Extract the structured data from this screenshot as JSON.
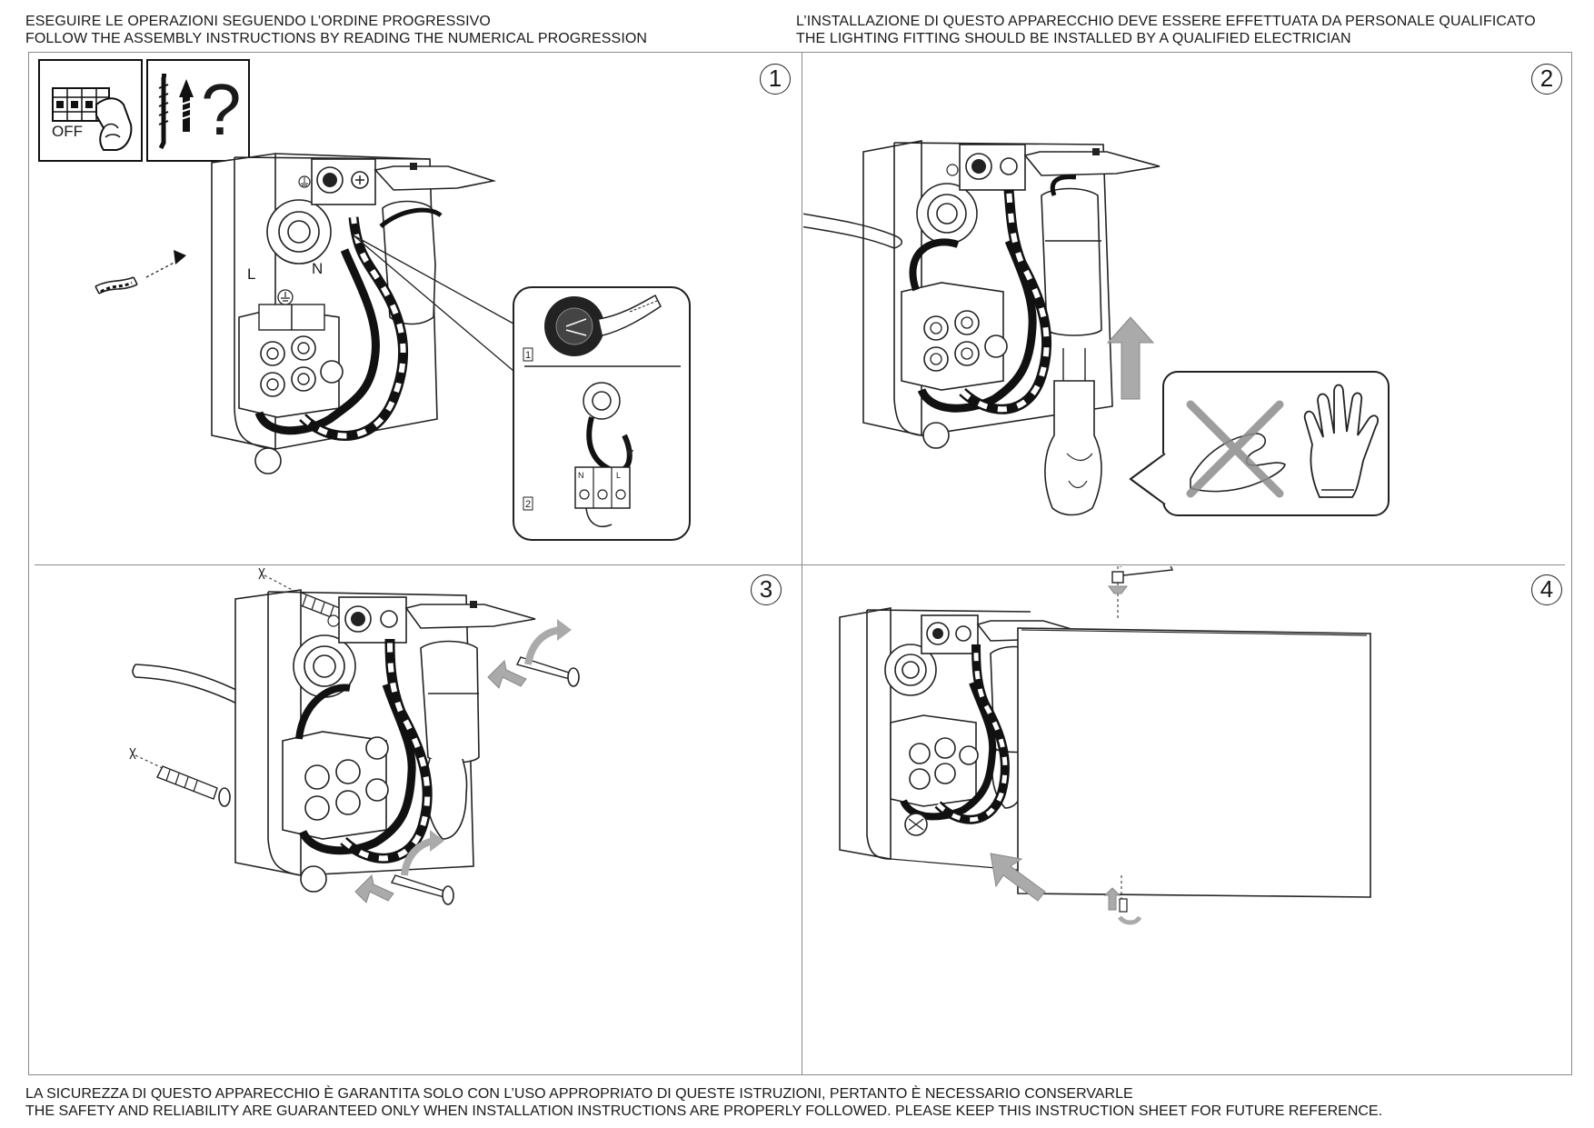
{
  "header": {
    "left_line1": "ESEGUIRE LE OPERAZIONI SEGUENDO L’ORDINE PROGRESSIVO",
    "left_line2": "FOLLOW THE ASSEMBLY INSTRUCTIONS BY READING THE NUMERICAL PROGRESSION",
    "right_line1": "L’INSTALLAZIONE DI QUESTO APPARECCHIO DEVE ESSERE EFFETTUATA DA PERSONALE QUALIFICATO",
    "right_line2": "THE LIGHTING FITTING SHOULD BE INSTALLED BY A QUALIFIED ELECTRICIAN"
  },
  "footer": {
    "line1": "LA SICUREZZA DI QUESTO APPARECCHIO È GARANTITA SOLO CON L’USO APPROPRIATO DI QUESTE ISTRUZIONI, PERTANTO È NECESSARIO CONSERVARLE",
    "line2": "THE SAFETY AND RELIABILITY ARE GUARANTEED ONLY WHEN INSTALLATION INSTRUCTIONS ARE PROPERLY FOLLOWED. PLEASE KEEP THIS INSTRUCTION SHEET FOR FUTURE REFERENCE."
  },
  "steps": [
    {
      "number": "1",
      "icon_off_label": "OFF",
      "question_mark": "?",
      "terminal_labels": {
        "live": "L",
        "neutral": "N"
      },
      "detail_labels": {
        "first": "1",
        "second": "2"
      },
      "inset_terminal_labels": {
        "n": "N",
        "l": "L"
      }
    },
    {
      "number": "2"
    },
    {
      "number": "3"
    },
    {
      "number": "4"
    }
  ],
  "colors": {
    "ink": "#1a1a1a",
    "frame": "#8a8a8a",
    "fill_dark": "#111111",
    "cross": "#8c8c8c"
  },
  "icons": [
    "power-off-switch-icon",
    "screw-and-plug-icon",
    "ground-symbol-icon",
    "bare-hand-crossed-icon",
    "glove-icon",
    "arrow-up-icon",
    "rotate-arrow-icon"
  ]
}
